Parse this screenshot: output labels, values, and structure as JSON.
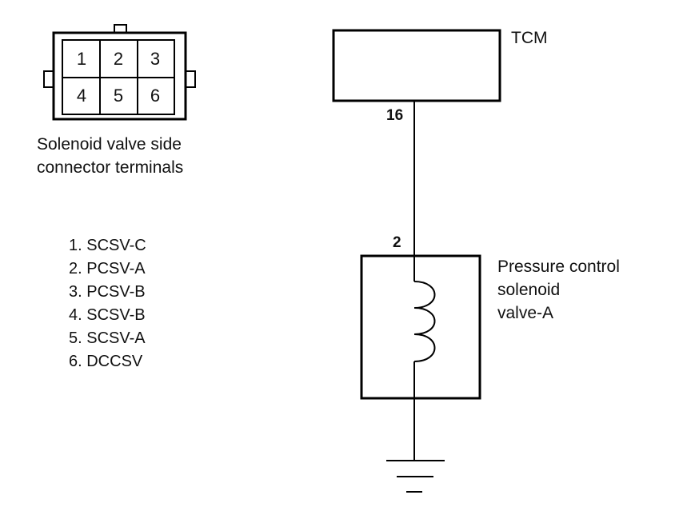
{
  "connector": {
    "terminals": [
      "1",
      "2",
      "3",
      "4",
      "5",
      "6"
    ],
    "caption_line1": "Solenoid valve side",
    "caption_line2": "connector terminals"
  },
  "legend": [
    "1. SCSV-C",
    "2. PCSV-A",
    "3. PCSV-B",
    "4. SCSV-B",
    "5. SCSV-A",
    "6. DCCSV"
  ],
  "circuit": {
    "module_label": "TCM",
    "module_pin": "16",
    "component_pin": "2",
    "component_label_line1": "Pressure control",
    "component_label_line2": "solenoid",
    "component_label_line3": "valve-A"
  }
}
